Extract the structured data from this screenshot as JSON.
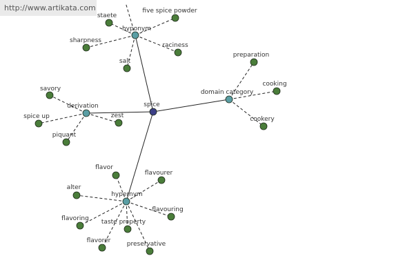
{
  "watermark_url": "http://www.artikata.com",
  "colors": {
    "central": "#3c3f87",
    "category": "#5a9ea4",
    "leaf": "#4a7d3a",
    "edge": "#222222",
    "text": "#333333"
  },
  "nodes": {
    "center": "spice",
    "categories": {
      "hyponym_top": "hyponym",
      "derivation": "derivation",
      "domain_category": "domain category",
      "hypernym": "hypernym"
    },
    "leaves": {
      "staete": "staete",
      "five_spice_powder": "five spice powder",
      "sharpness": "sharpness",
      "raciness": "raciness",
      "salt": "salt",
      "savory": "savory",
      "spice_up": "spice up",
      "zest": "zest",
      "piquant": "piquant",
      "preparation": "preparation",
      "cooking": "cooking",
      "cookery": "cookery",
      "flavor": "flavor",
      "flavourer": "flavourer",
      "alter": "alter",
      "flavouring": "flavouring",
      "flavoring": "flavoring",
      "taste_property": "taste property",
      "flavorer": "flavorer",
      "preservative": "preservative"
    }
  }
}
